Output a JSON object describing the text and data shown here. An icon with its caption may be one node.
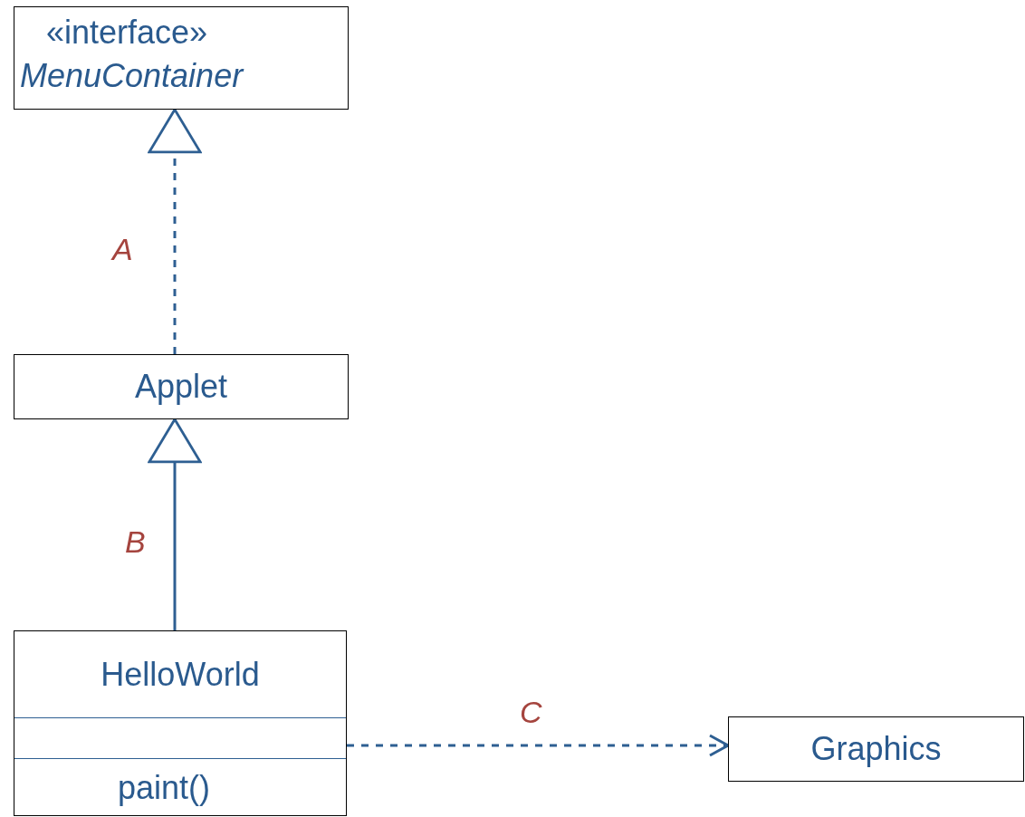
{
  "diagram": {
    "nodes": [
      {
        "text": [
          "«interface»",
          "MenuContainer"
        ]
      },
      {
        "text": [
          "Applet"
        ]
      },
      {
        "text": [
          "HelloWorld",
          "paint()"
        ]
      },
      {
        "text": [
          "Graphics"
        ]
      }
    ],
    "edges": [
      {
        "from": 1,
        "to": 0,
        "arrow": "to",
        "style": "dashed",
        "label": "A"
      },
      {
        "from": 2,
        "to": 1,
        "arrow": "to",
        "label": "B"
      },
      {
        "from": 2,
        "to": 3,
        "arrow": "to",
        "style": "dashed",
        "label": "C"
      }
    ]
  }
}
